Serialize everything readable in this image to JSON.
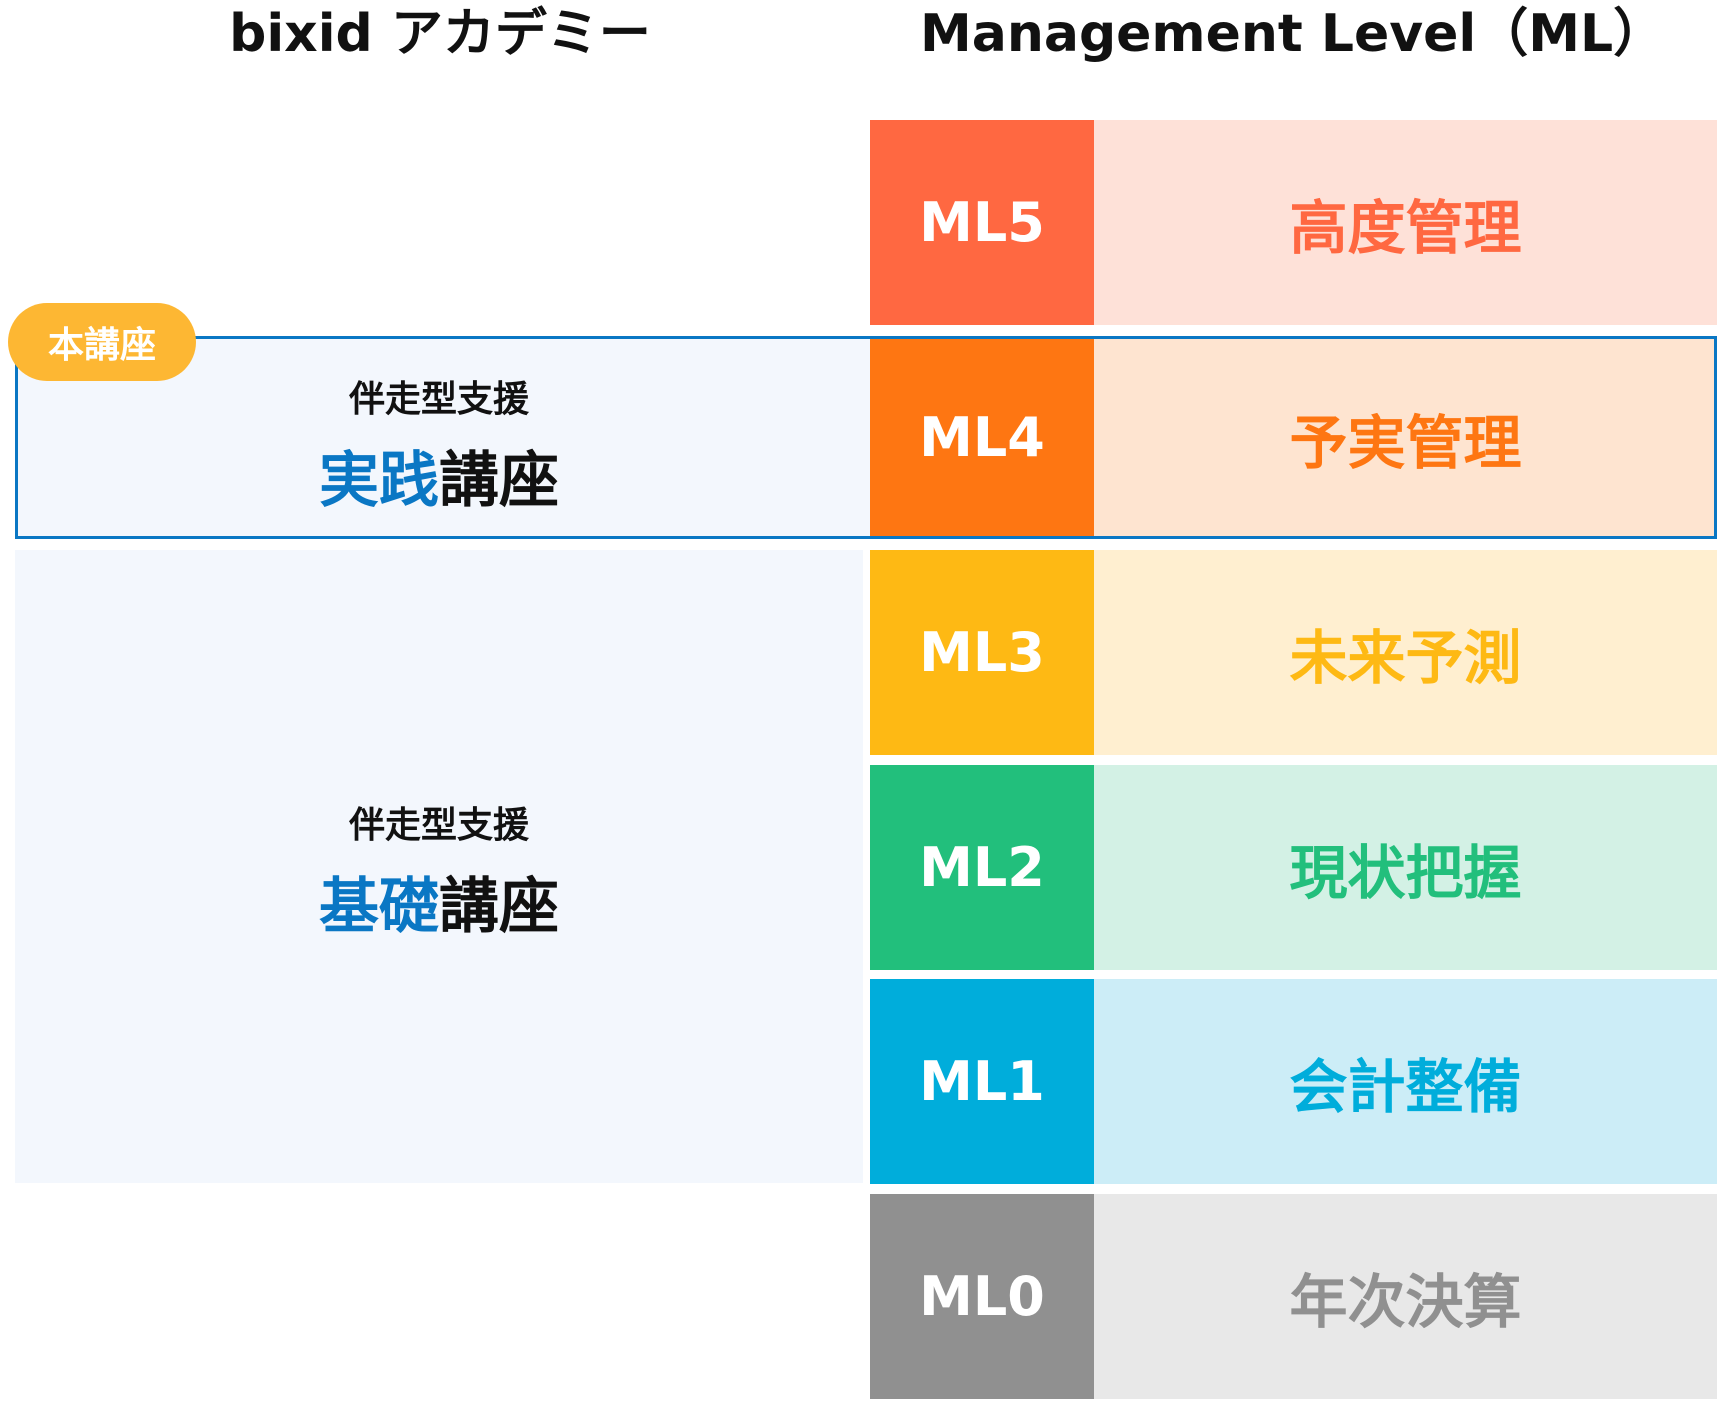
{
  "header": {
    "left_title": "bixid アカデミー",
    "right_title": "Management Level（ML）"
  },
  "badge": "本講座",
  "courses": [
    {
      "sub": "伴走型支援",
      "highlight": "実践",
      "rest": "講座"
    },
    {
      "sub": "伴走型支援",
      "highlight": "基礎",
      "rest": "講座"
    }
  ],
  "levels": [
    {
      "code": "ML5",
      "label": "高度管理",
      "color": "#ff6841",
      "bg": "#fee1d8"
    },
    {
      "code": "ML4",
      "label": "予実管理",
      "color": "#fe7612",
      "bg": "#fee4d0"
    },
    {
      "code": "ML3",
      "label": "未来予測",
      "color": "#feb914",
      "bg": "#ffefd0"
    },
    {
      "code": "ML2",
      "label": "現状把握",
      "color": "#22bf7c",
      "bg": "#d3f1e5"
    },
    {
      "code": "ML1",
      "label": "会計整備",
      "color": "#00addb",
      "bg": "#ccedf7"
    },
    {
      "code": "ML0",
      "label": "年次決算",
      "color": "#909090",
      "bg": "#e8e8e8"
    }
  ]
}
